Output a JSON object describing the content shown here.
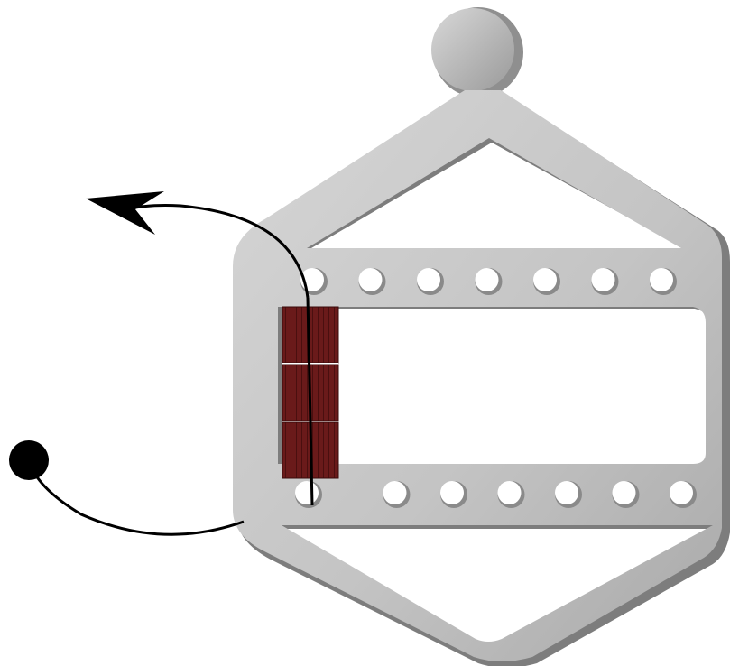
{
  "diagram": {
    "colors": {
      "frame": "#c8c8c8",
      "frame_shadow": "#8f8f8f",
      "frame_highlight": "#e6e6e6",
      "hole": "#ffffff",
      "wrap": "#6a1a1a",
      "wrap_dark": "#3a0b0b",
      "wrap_divider": "#ffffff",
      "thread": "#000000"
    },
    "wrap_segments": 3,
    "top_row_holes": 7,
    "bottom_row_holes": 7,
    "icons": {
      "thread_start": "filled-circle",
      "thread_direction": "arrowhead"
    }
  }
}
